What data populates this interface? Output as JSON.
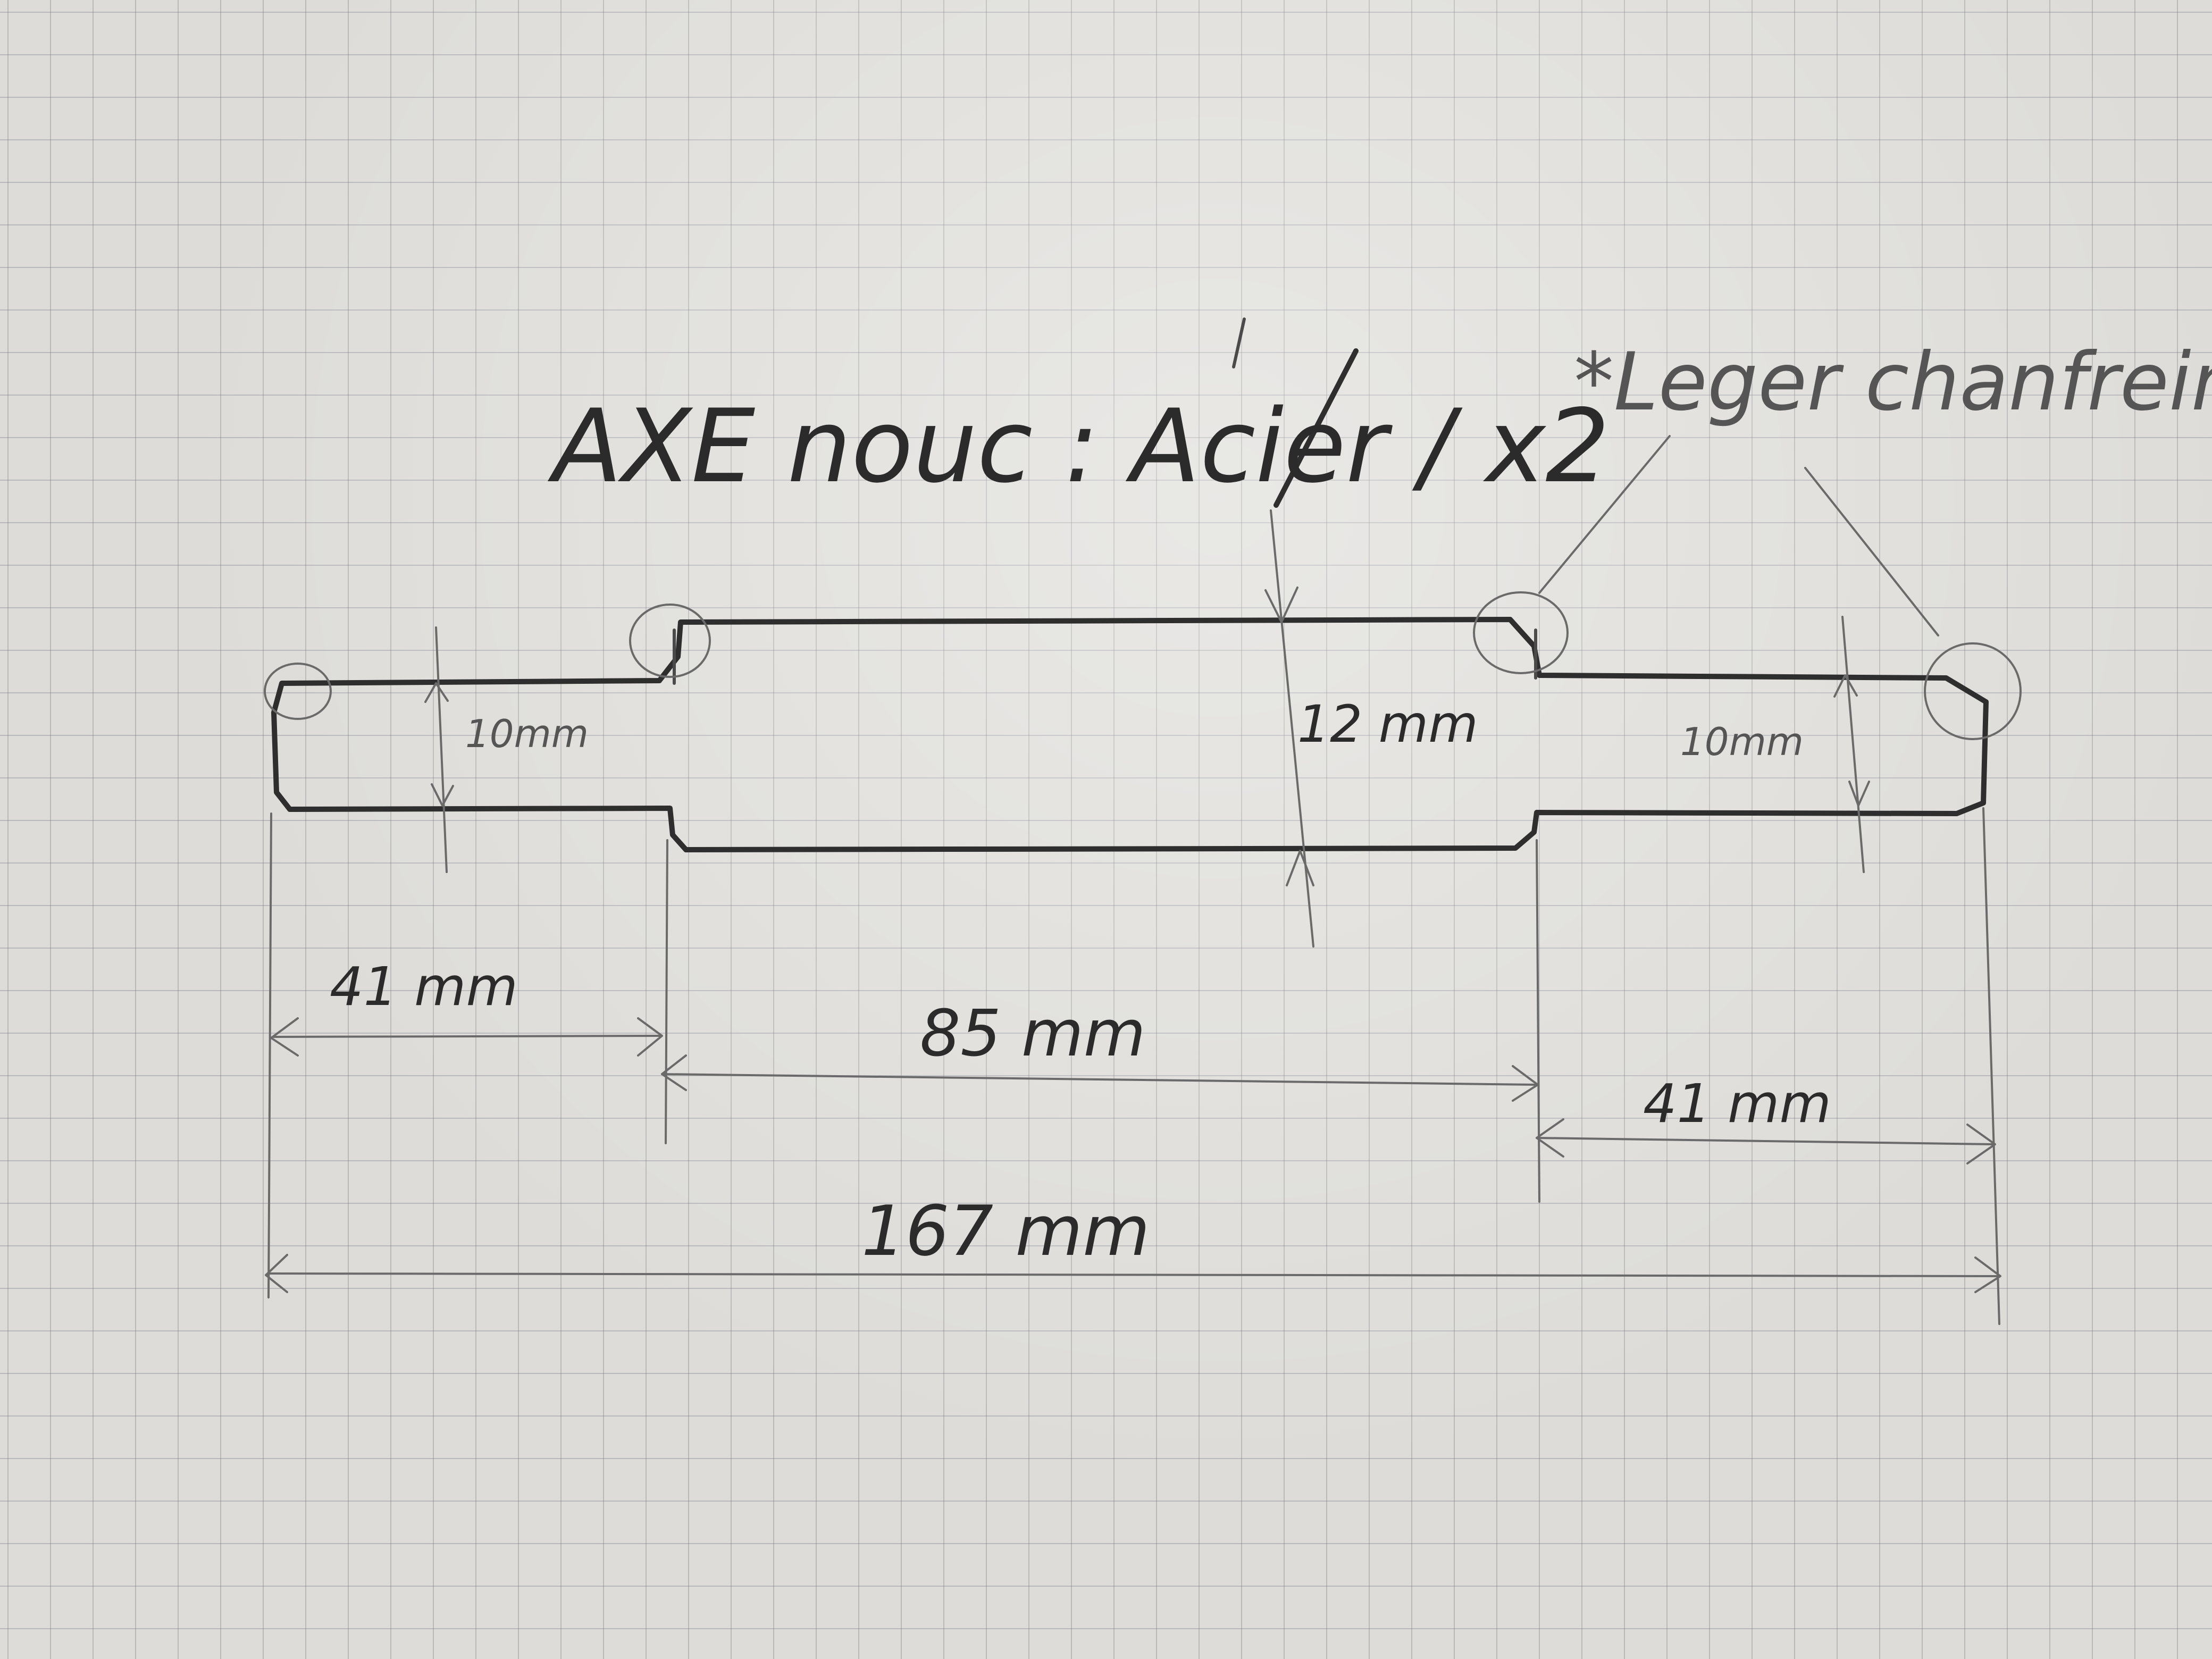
{
  "drawing": {
    "title": "AXE nouc : Acier / x2",
    "note": "*Leger chanfrein"
  },
  "dimensions": {
    "left_diameter": "10mm",
    "center_diameter": "12 mm",
    "right_diameter": "10mm",
    "left_length": "41 mm",
    "center_length": "85 mm",
    "right_length": "41 mm",
    "total_length": "167 mm"
  }
}
